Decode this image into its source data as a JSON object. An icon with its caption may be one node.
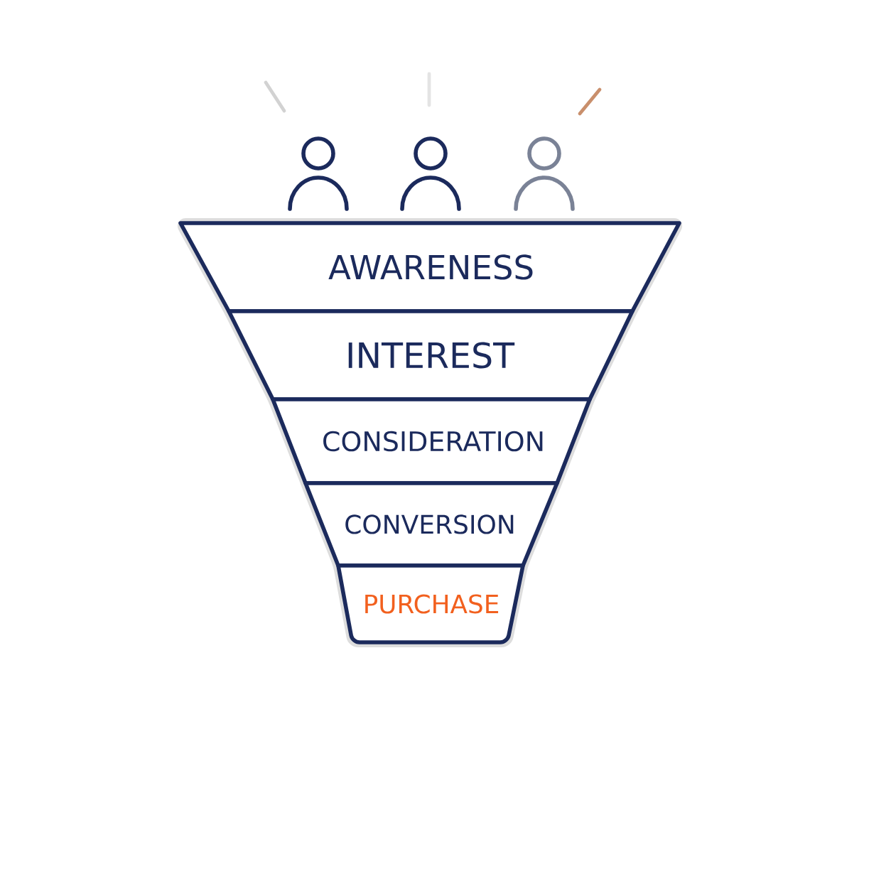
{
  "diagram": {
    "nodes": [
      {
        "text": [
          "AWARENESS"
        ]
      },
      {
        "text": [
          "INTEREST"
        ]
      },
      {
        "text": [
          "CONSIDERATION"
        ]
      },
      {
        "text": [
          "CONVERSION"
        ]
      },
      {
        "text": [
          "PURCHASE"
        ]
      }
    ]
  }
}
